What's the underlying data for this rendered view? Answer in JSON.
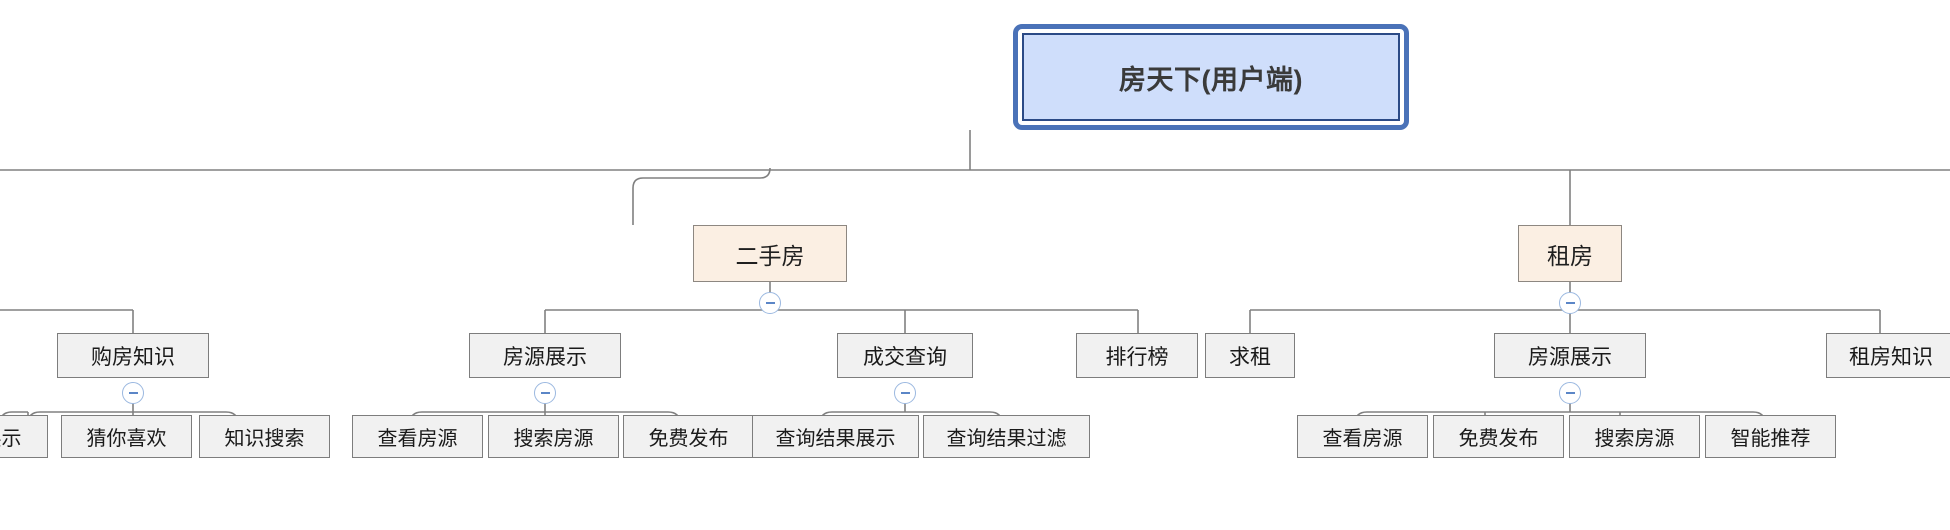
{
  "diagram": {
    "type": "tree-mindmap",
    "title": "房天下(用户端)",
    "background_color": "#ffffff",
    "edge_color": "#808080",
    "colors": {
      "root_fill": "#cfdefb",
      "root_border": "#4a72b8",
      "root_inner_border": "#2b4a86",
      "level2_fill": "#fbefe3",
      "level2_border": "#8d8781",
      "level3_fill": "#f1f1f1",
      "level3_border": "#7d7d7d",
      "toggle_border": "#9bb8e0",
      "toggle_mark": "#5b86c7"
    },
    "toggle_icon_name": "collapse-minus-icon"
  },
  "nodes": {
    "root": {
      "label": "房天下(用户端)"
    },
    "level2": {
      "ershoufang": {
        "label": "二手房",
        "collapsed": false
      },
      "zufang": {
        "label": "租房",
        "collapsed": false
      }
    },
    "level3": {
      "gou_fang_zhi_shi": {
        "label": "购房知识",
        "collapsed": false
      },
      "fang_yuan_zhan_shi_1": {
        "label": "房源展示",
        "collapsed": false
      },
      "cheng_jiao_cha_xun": {
        "label": "成交查询",
        "collapsed": false
      },
      "pai_hang_bang": {
        "label": "排行榜",
        "collapsed": null
      },
      "qiu_zu": {
        "label": "求租",
        "collapsed": null
      },
      "fang_yuan_zhan_shi_2": {
        "label": "房源展示",
        "collapsed": false
      },
      "zu_fang_zhi_shi": {
        "label": "租房知识",
        "collapsed": null
      }
    },
    "leaves": {
      "zhan_shi": {
        "label": "展示"
      },
      "cai_ni_xi_huan": {
        "label": "猜你喜欢"
      },
      "zhi_shi_sou_suo": {
        "label": "知识搜索"
      },
      "cha_kan_fang_yuan_1": {
        "label": "查看房源"
      },
      "sou_suo_fang_yuan_1": {
        "label": "搜索房源"
      },
      "mian_fei_fa_bu_1": {
        "label": "免费发布"
      },
      "cha_xun_jie_guo_zhan_shi": {
        "label": "查询结果展示"
      },
      "cha_xun_jie_guo_guo_lv": {
        "label": "查询结果过滤"
      },
      "cha_kan_fang_yuan_2": {
        "label": "查看房源"
      },
      "mian_fei_fa_bu_2": {
        "label": "免费发布"
      },
      "sou_suo_fang_yuan_2": {
        "label": "搜索房源"
      },
      "zhi_neng_tui_jian": {
        "label": "智能推荐"
      }
    }
  }
}
